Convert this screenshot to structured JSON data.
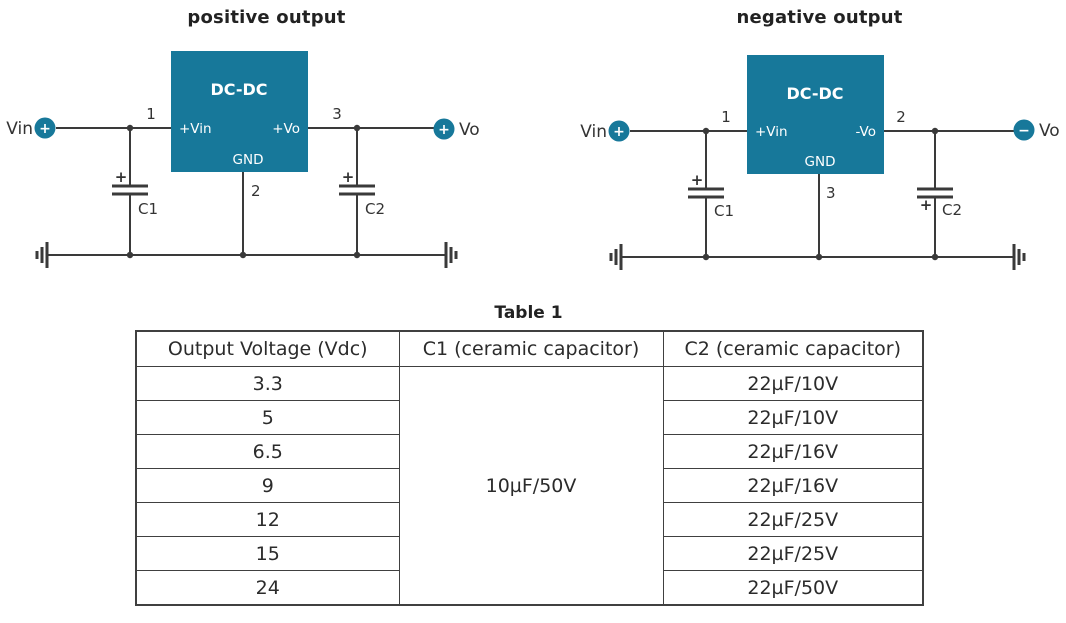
{
  "colors": {
    "teal": "#17789A",
    "wire": "#3a3a3a",
    "text": "#333333",
    "table_border": "#404040"
  },
  "circuits": {
    "positive": {
      "title": "positive output",
      "source_label": "Vin",
      "source_polarity": "+",
      "output_label": "Vo",
      "output_polarity": "+",
      "box_label": "DC-DC",
      "pin_in": {
        "num": "1",
        "label": "+Vin"
      },
      "pin_out": {
        "num": "3",
        "label": "+Vo"
      },
      "pin_gnd": {
        "num": "2",
        "label": "GND"
      },
      "c1": {
        "label": "C1",
        "polarity": "+"
      },
      "c2": {
        "label": "C2",
        "polarity": "+"
      }
    },
    "negative": {
      "title": "negative output",
      "source_label": "Vin",
      "source_polarity": "+",
      "output_label": "Vo",
      "output_polarity": "−",
      "box_label": "DC-DC",
      "pin_in": {
        "num": "1",
        "label": "+Vin"
      },
      "pin_out": {
        "num": "2",
        "label": "-Vo"
      },
      "pin_gnd": {
        "num": "3",
        "label": "GND"
      },
      "c1": {
        "label": "C1",
        "polarity": "+"
      },
      "c2": {
        "label": "C2",
        "polarity": "+"
      }
    }
  },
  "table": {
    "title": "Table 1",
    "headers": [
      "Output Voltage (Vdc)",
      "C1 (ceramic capacitor)",
      "C2 (ceramic capacitor)"
    ],
    "c1_value": "10µF/50V",
    "rows": [
      {
        "voltage": "3.3",
        "c2": "22µF/10V"
      },
      {
        "voltage": "5",
        "c2": "22µF/10V"
      },
      {
        "voltage": "6.5",
        "c2": "22µF/16V"
      },
      {
        "voltage": "9",
        "c2": "22µF/16V"
      },
      {
        "voltage": "12",
        "c2": "22µF/25V"
      },
      {
        "voltage": "15",
        "c2": "22µF/25V"
      },
      {
        "voltage": "24",
        "c2": "22µF/50V"
      }
    ]
  }
}
